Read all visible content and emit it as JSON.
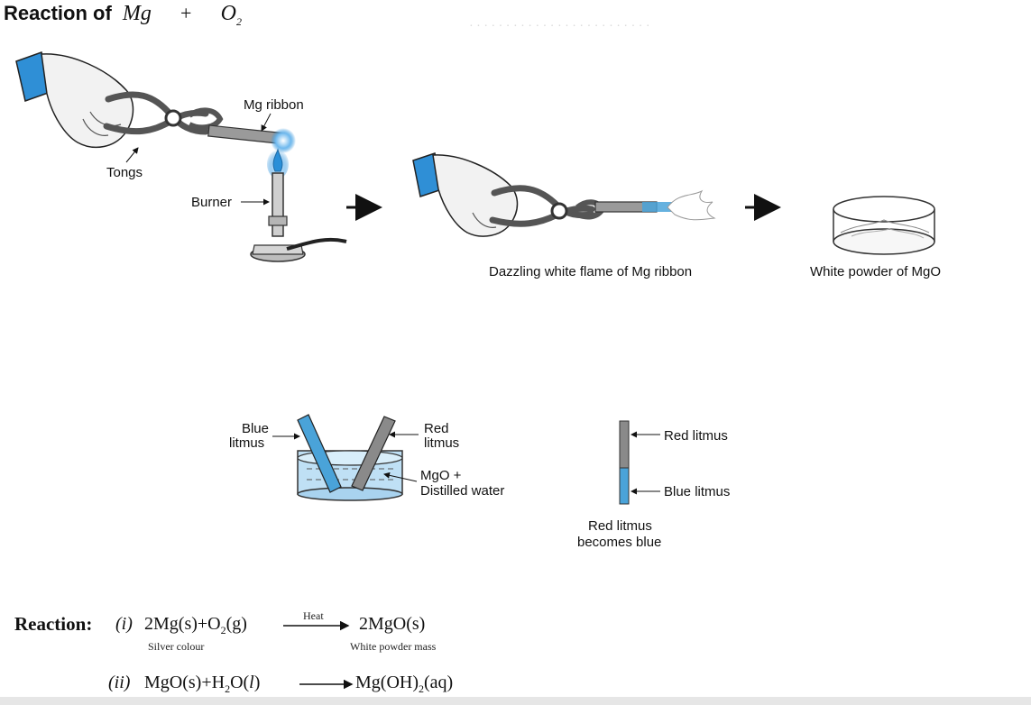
{
  "title": {
    "prefix": "Reaction of",
    "r1": "Mg",
    "plus": "+",
    "r2": "O",
    "r2_sub": "2"
  },
  "labels": {
    "mg_ribbon": "Mg ribbon",
    "tongs": "Tongs",
    "burner": "Burner",
    "dazzling_flame": "Dazzling white flame of Mg ribbon",
    "white_powder": "White powder of MgO",
    "blue_litmus_l1": "Blue",
    "blue_litmus_l2": "litmus",
    "red_litmus_l1": "Red",
    "red_litmus_l2": "litmus",
    "mgo_l1": "MgO +",
    "mgo_l2": "Distilled water",
    "strip_red": "Red litmus",
    "strip_blue": "Blue litmus",
    "result_l1": "Red litmus",
    "result_l2": "becomes blue"
  },
  "reaction": {
    "heading": "Reaction:",
    "eq1_num": "(i)",
    "eq1_a": "2Mg(s)+O",
    "eq1_a_sub": "2",
    "eq1_b": "(g)",
    "eq1_condition": "Heat",
    "eq1_product": "2MgO(s)",
    "eq1_note_left": "Silver colour",
    "eq1_note_right": "White powder mass",
    "eq2_num": "(ii)",
    "eq2_a": "MgO(s)+H",
    "eq2_a_sub": "2",
    "eq2_b": "O(",
    "eq2_b_l": "l",
    "eq2_b_end": ")",
    "eq2_product": "Mg(OH)",
    "eq2_product_sub": "2",
    "eq2_product_end": "(aq)"
  },
  "colors": {
    "flame_blue": "#2a8fd8",
    "litmus_blue": "#4aa3d9",
    "litmus_red_gray": "#8a8a8a",
    "water_blue": "#bfe0f5",
    "cuff_blue": "#2f8fd6"
  }
}
